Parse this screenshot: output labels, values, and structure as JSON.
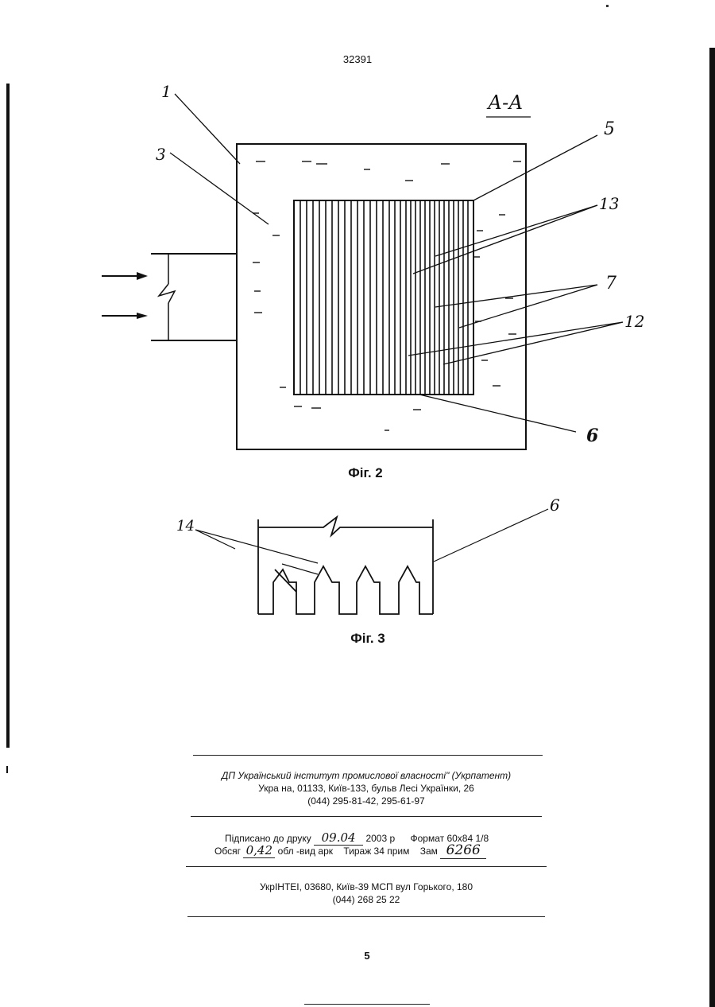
{
  "header": {
    "document_number": "32391"
  },
  "figure2": {
    "section_label": "А-А",
    "caption": "Фіг. 2",
    "callouts": {
      "c1": "1",
      "c3": "3",
      "c5": "5",
      "c13": "13",
      "c7": "7",
      "c12": "12",
      "c6": "6"
    }
  },
  "figure3": {
    "caption": "Фіг. 3",
    "callouts": {
      "c14": "14",
      "c6": "6"
    }
  },
  "imprint": {
    "publisher_line1": "ДП Український інститут промислової власності\" (Укрпатент)",
    "publisher_line2": "Укра на, 01133, Київ-133, бульв Лесі Українки, 26",
    "publisher_line3": "(044) 295-81-42, 295-61-97",
    "signed_text": "Підписано до друку",
    "signed_date": "09.04",
    "year_text": "2003 р",
    "format_text": "Формат 60x84 1/8",
    "volume_label": "Обсяг",
    "volume_value": "0,42",
    "volume_unit": "обл -вид арк",
    "print_run": "Тираж 34 прим",
    "order_label": "Зам",
    "order_value": "6266",
    "printer_line1": "УкрІНТЕІ, 03680, Київ-39 МСП вул Горького, 180",
    "printer_line2": "(044) 268 25 22"
  },
  "footer": {
    "page_number": "5"
  }
}
